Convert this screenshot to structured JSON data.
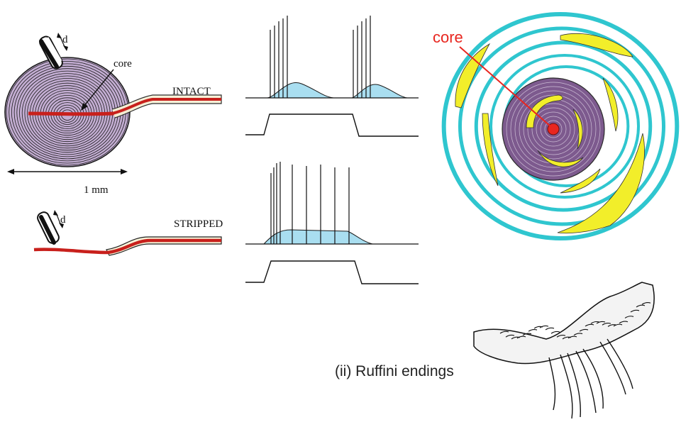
{
  "labels": {
    "d_top": "d",
    "core_left": "core",
    "intact": "INTACT",
    "scale": "1 mm",
    "d_bottom": "d",
    "stripped": "STRIPPED",
    "core_right": "core",
    "ruffini_caption": "(ii) Ruffini endings"
  },
  "colors": {
    "axon_red": "#c8201c",
    "capsule_purple": "#b9a0c9",
    "lamella_cyan": "#2fc6cf",
    "fluid_yellow": "#f2ee2a",
    "receptor_fill": "#a9def0",
    "core_label_red": "#e8261f"
  }
}
